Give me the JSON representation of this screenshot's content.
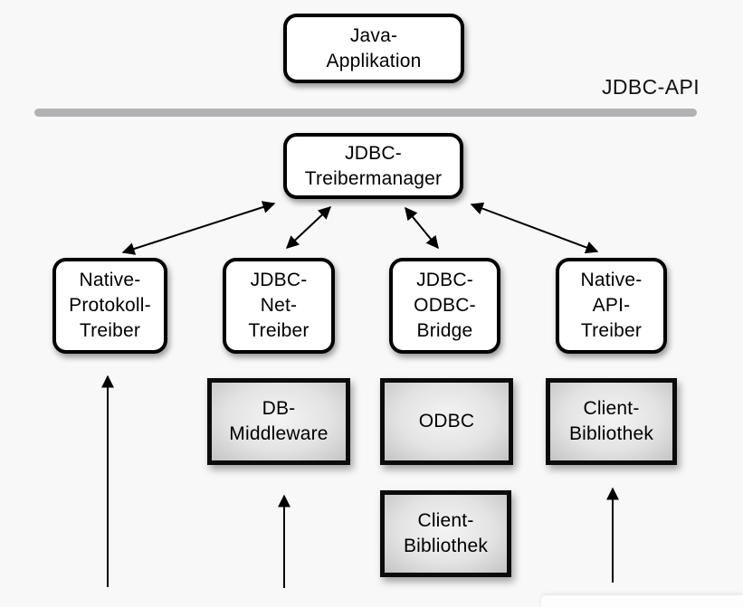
{
  "api_label": "JDBC-API",
  "nodes": {
    "java_application": {
      "label": "Java-\nApplikation"
    },
    "treibermanager": {
      "label": "JDBC-\nTreibermanager"
    },
    "native_protokoll_treiber": {
      "label": "Native-\nProtokoll-\nTreiber"
    },
    "jdbc_net_treiber": {
      "label": "JDBC-\nNet-\nTreiber"
    },
    "jdbc_odbc_bridge": {
      "label": "JDBC-\nODBC-\nBridge"
    },
    "native_api_treiber": {
      "label": "Native-\nAPI-\nTreiber"
    },
    "db_middleware": {
      "label": "DB-\nMiddleware"
    },
    "odbc": {
      "label": "ODBC"
    },
    "client_bibliothek_odbc": {
      "label": "Client-\nBibliothek"
    },
    "client_bibliothek_native_api": {
      "label": "Client-\nBibliothek"
    }
  },
  "colors": {
    "background": "#f8f8f8",
    "box_fill": "#ffffff",
    "box_border": "#000000",
    "gray_box_center": "#f4f4f4",
    "gray_box_edge": "#c4c4c4",
    "divider_line": "#b2b2b5",
    "arrow": "#000000",
    "text": "#000000"
  }
}
